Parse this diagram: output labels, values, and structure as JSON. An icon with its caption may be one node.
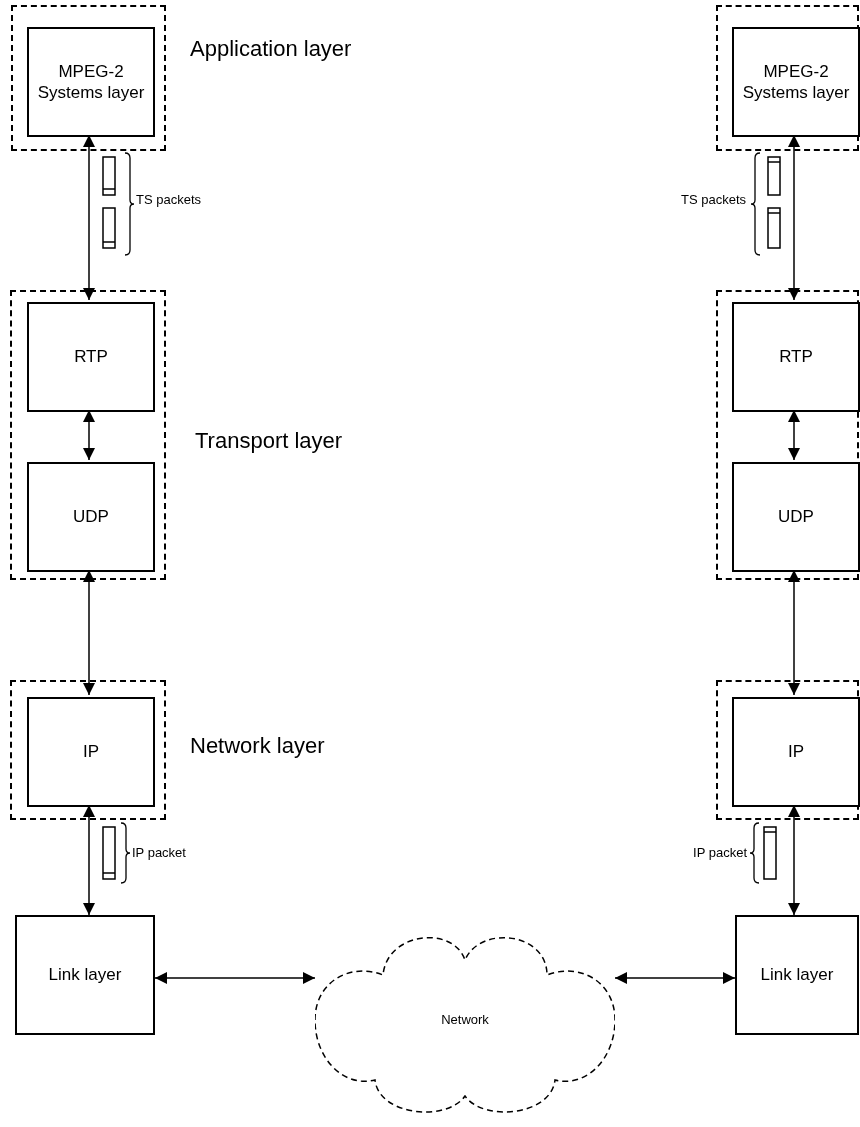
{
  "diagram": {
    "nodes": [
      {
        "text": [],
        "shape": "box"
      },
      {
        "text": [
          "MPEG-2 Systems layer"
        ],
        "in": 0
      },
      {
        "text": [],
        "shape": "box"
      },
      {
        "text": [
          "MPEG-2 Systems layer"
        ],
        "in": 2
      },
      {
        "text": [],
        "shape": "box"
      },
      {
        "text": [
          "RTP"
        ],
        "in": 4
      },
      {
        "text": [
          "UDP"
        ],
        "in": 4
      },
      {
        "text": [],
        "shape": "box"
      },
      {
        "text": [
          "RTP"
        ],
        "in": 7
      },
      {
        "text": [
          "UDP"
        ],
        "in": 7
      },
      {
        "text": [],
        "shape": "box"
      },
      {
        "text": [
          "IP"
        ],
        "in": 10
      },
      {
        "text": [],
        "shape": "box"
      },
      {
        "text": [
          "IP"
        ],
        "in": 12
      },
      {
        "text": [
          "Link layer"
        ]
      },
      {
        "text": [
          "Network"
        ]
      },
      {
        "text": [
          "Link layer"
        ]
      }
    ],
    "edges": [
      {
        "from": 1,
        "to": 5,
        "arrow": "both"
      },
      {
        "from": 5,
        "to": 6,
        "arrow": "both"
      },
      {
        "from": 6,
        "to": 11,
        "arrow": "both"
      },
      {
        "from": 11,
        "to": 14,
        "arrow": "both"
      },
      {
        "from": 14,
        "to": 15,
        "arrow": "both"
      },
      {
        "from": 15,
        "to": 16,
        "arrow": "both"
      },
      {
        "from": 3,
        "to": 8,
        "arrow": "both"
      },
      {
        "from": 8,
        "to": 9,
        "arrow": "both"
      },
      {
        "from": 9,
        "to": 13,
        "arrow": "both"
      },
      {
        "from": 13,
        "to": 16,
        "arrow": "both"
      }
    ],
    "labels": [
      "Application layer",
      "TS packets",
      "TS packets",
      "Transport layer",
      "Network layer",
      "IP packet",
      "IP packet"
    ]
  }
}
